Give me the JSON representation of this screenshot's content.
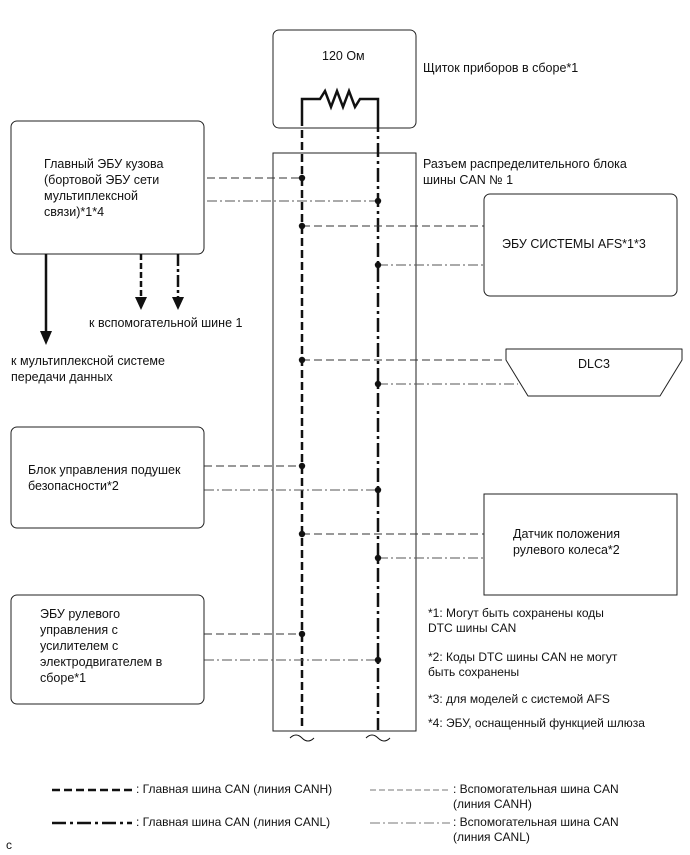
{
  "resistor_label": "120 Ом",
  "meter_label": "Щиток приборов в сборе*1",
  "junction_label": "Разъем распределительного блока\nшины CAN № 1",
  "body_ecu_label": "Главный ЭБУ кузова\n(бортовой ЭБУ сети\nмультиплексной\nсвязи)*1*4",
  "afs_ecu_label": "ЭБУ СИСТЕМЫ AFS*1*3",
  "dlc3_label": "DLC3",
  "airbag_label": "Блок управления подушек\nбезопасности*2",
  "steering_sensor_label": "Датчик положения\nрулевого колеса*2",
  "eps_ecu_label": "ЭБУ рулевого\nуправления с\nусилителем с\nэлектродвигателем в\nсборе*1",
  "to_sub_bus_label": "к вспомогательной шине 1",
  "to_multiplex_label": "к мультиплексной системе\nпередачи данных",
  "notes": [
    "*1: Могут быть сохранены коды\nDTC шины CAN",
    "*2: Коды DTC шины CAN не могут\nбыть сохранены",
    "*3: для моделей с системой AFS",
    "*4: ЭБУ, оснащенный функцией шлюза"
  ],
  "legend": {
    "main_canh": ": Главная шина CAN (линия CANH)",
    "main_canl": ": Главная шина CAN (линия CANL)",
    "sub_canh": ": Вспомогательная шина CAN\n(линия CANH)",
    "sub_canl": ": Вспомогательная шина CAN\n(линия CANL)"
  },
  "corner_mark": "c"
}
